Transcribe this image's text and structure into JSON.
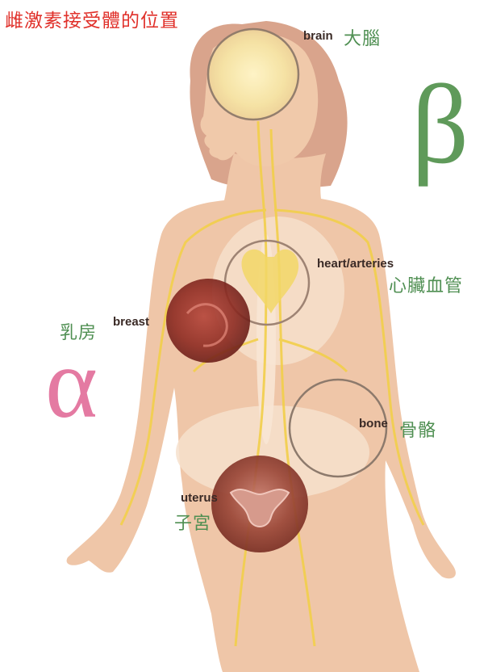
{
  "title": "雌激素接受體的位置",
  "symbols": {
    "beta": "β",
    "alpha": "α"
  },
  "labels": {
    "brain_en": "brain",
    "brain_zh": "大腦",
    "heart_en": "heart/arteries",
    "heart_zh": "心臟血管",
    "breast_zh": "乳房",
    "breast_en": "breast",
    "bone_en": "bone",
    "bone_zh": "骨骼",
    "uterus_en": "uterus",
    "uterus_zh": "子宮"
  },
  "colors": {
    "title": "#e0302a",
    "beta": "#5f9a5a",
    "alpha": "#e47aa2",
    "chinese_label": "#4f8f52",
    "english_label": "#3a2a26",
    "body_fill": "#efc6a8",
    "nerve": "#f2cf4a",
    "receptor_dark": "#8a1f1a"
  }
}
